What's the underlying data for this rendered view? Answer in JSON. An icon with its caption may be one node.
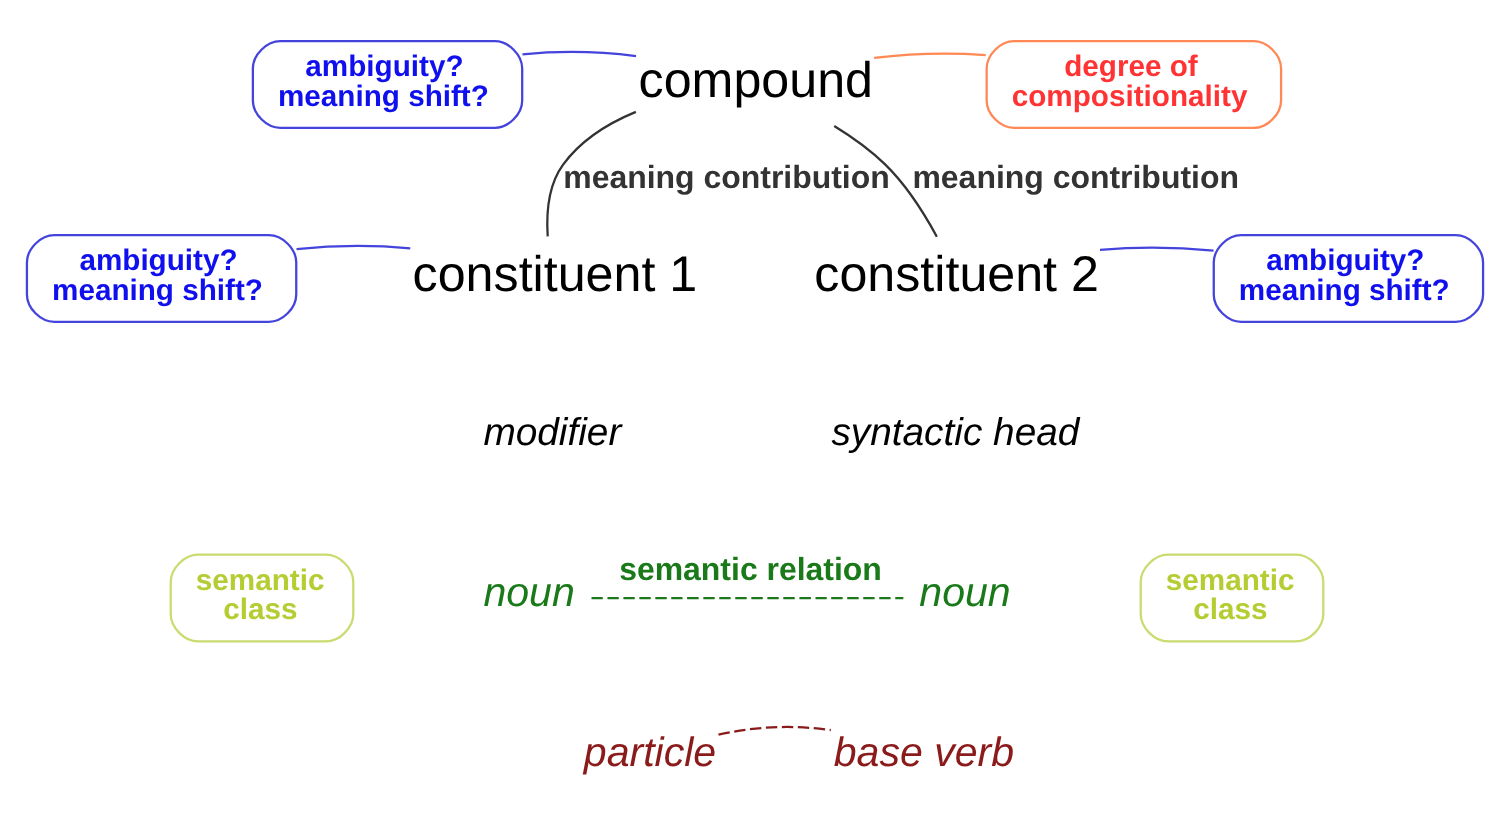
{
  "diagram": {
    "nodes": [
      {
        "text": [
          "compound"
        ]
      },
      {
        "text": [
          "ambiguity? meaning shift?"
        ]
      },
      {
        "text": [
          "degree of compositionality"
        ]
      },
      {
        "text": [
          "constituent 1"
        ]
      },
      {
        "text": [
          "constituent 2"
        ]
      },
      {
        "text": [
          "ambiguity? meaning shift?"
        ]
      },
      {
        "text": [
          "ambiguity? meaning shift?"
        ]
      },
      {
        "text": [
          "semantic class"
        ]
      },
      {
        "text": [
          "semantic class"
        ]
      },
      {
        "text": [
          "noun"
        ]
      },
      {
        "text": [
          "noun"
        ]
      },
      {
        "text": [
          "particle"
        ]
      },
      {
        "text": [
          "base verb"
        ]
      }
    ],
    "edges": [
      {
        "from": 1,
        "to": 0,
        "arrow": "none",
        "color": "#4444dd"
      },
      {
        "from": 2,
        "to": 0,
        "arrow": "none",
        "color": "#ff8855"
      },
      {
        "from": 0,
        "to": 3,
        "arrow": "none",
        "label": "meaning contribution",
        "color": "#333333"
      },
      {
        "from": 0,
        "to": 4,
        "arrow": "none",
        "label": "meaning contribution",
        "color": "#333333"
      },
      {
        "from": 5,
        "to": 3,
        "arrow": "none",
        "color": "#4444dd"
      },
      {
        "from": 6,
        "to": 4,
        "arrow": "none",
        "color": "#4444dd"
      },
      {
        "from": 9,
        "to": 10,
        "arrow": "none",
        "label": "semantic relation",
        "style": "dashed",
        "color": "#1a7a1a"
      },
      {
        "from": 11,
        "to": 12,
        "arrow": "none",
        "style": "dashed",
        "color": "#8b1a1a"
      }
    ],
    "labels": [
      "modifier",
      "syntactic head"
    ]
  }
}
